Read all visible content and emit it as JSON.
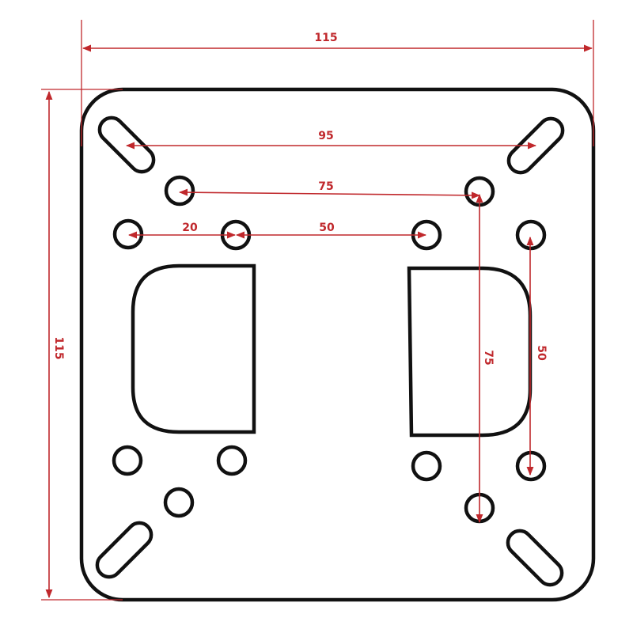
{
  "colors": {
    "outline": "#111111",
    "dimension": "#c0282c",
    "background": "#ffffff"
  },
  "dimensions": {
    "overall_width": "115",
    "overall_height": "115",
    "slot_spacing": "95",
    "hole_spacing_75_horizontal": "75",
    "hole_spacing_20": "20",
    "hole_spacing_50_horizontal": "50",
    "hole_spacing_75_vertical": "75",
    "hole_spacing_50_vertical": "50"
  }
}
